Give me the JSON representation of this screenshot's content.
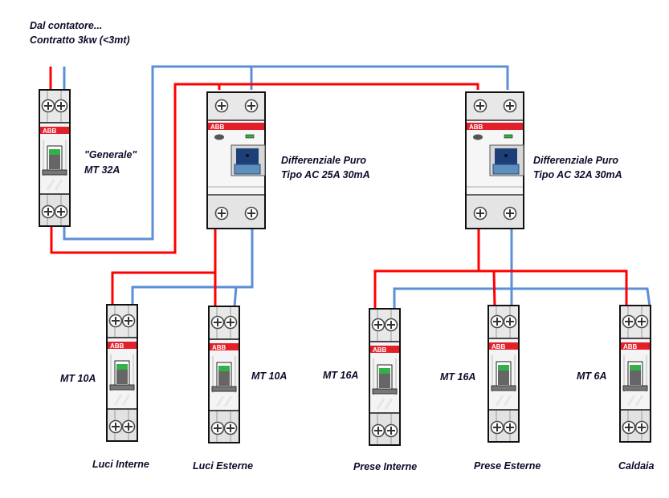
{
  "title": "Schema quadro elettrico",
  "colors": {
    "phase_wire": "#ff0000",
    "neutral_wire": "#5b8fd6",
    "abb_band": "#e3202a",
    "body": "#f2f2f2",
    "terminal": "#e6e6e6",
    "indicator_green": "#33b149",
    "rcd_handle": "#1d3f78",
    "label_text": "#0b0b2a"
  },
  "supply": {
    "line1": "Dal contatore...",
    "line2": "Contratto 3kw (<3mt)"
  },
  "brand": "ABB",
  "devices": {
    "main": {
      "type": "mcb",
      "name": "\"Generale\"",
      "rating": "MT 32A"
    },
    "rcd1": {
      "type": "rcd",
      "line1": "Differenziale Puro",
      "line2": "Tipo AC 25A  30mA"
    },
    "rcd2": {
      "type": "rcd",
      "line1": "Differenziale Puro",
      "line2": "Tipo AC 32A  30mA"
    },
    "circuits": [
      {
        "rating": "MT 10A",
        "name": "Luci Interne",
        "feed": "rcd1"
      },
      {
        "rating": "MT 10A",
        "name": "Luci Esterne",
        "feed": "rcd1"
      },
      {
        "rating": "MT 16A",
        "name": "Prese Interne",
        "feed": "rcd2"
      },
      {
        "rating": "MT 16A",
        "name": "Prese  Esterne",
        "feed": "rcd2"
      },
      {
        "rating": "MT 6A",
        "name": "Caldaia",
        "feed": "rcd2"
      }
    ]
  }
}
